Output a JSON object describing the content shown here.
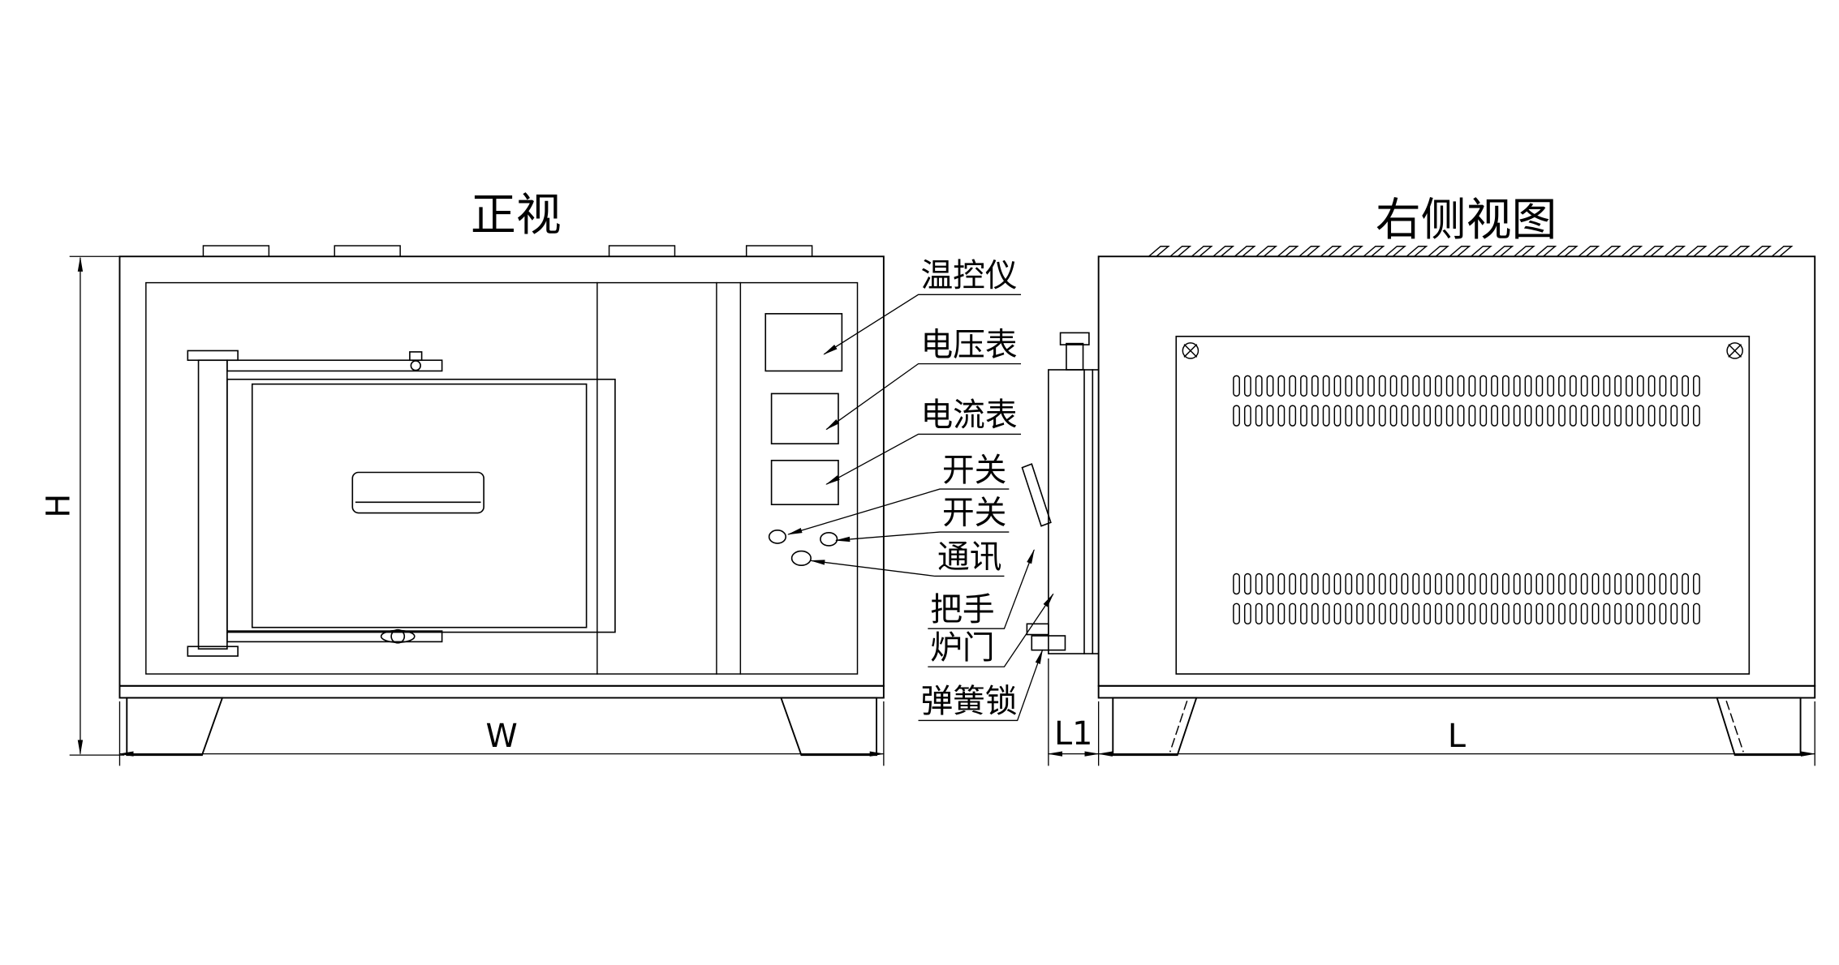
{
  "page": {
    "background": "#ffffff",
    "line_color": "#000000"
  },
  "views": {
    "front": {
      "title": "正视"
    },
    "side": {
      "title": "右侧视图"
    }
  },
  "callouts": [
    {
      "id": "temp-controller",
      "text": "温控仪"
    },
    {
      "id": "voltmeter",
      "text": "电压表"
    },
    {
      "id": "ammeter",
      "text": "电流表"
    },
    {
      "id": "switch-1",
      "text": "开关"
    },
    {
      "id": "switch-2",
      "text": "开关"
    },
    {
      "id": "comm-port",
      "text": "通讯"
    },
    {
      "id": "handle",
      "text": "把手"
    },
    {
      "id": "furnace-door",
      "text": "炉门"
    },
    {
      "id": "spring-lock",
      "text": "弹簧锁"
    }
  ],
  "dimensions": {
    "height": "H",
    "width": "W",
    "door_depth": "L1",
    "length": "L"
  }
}
